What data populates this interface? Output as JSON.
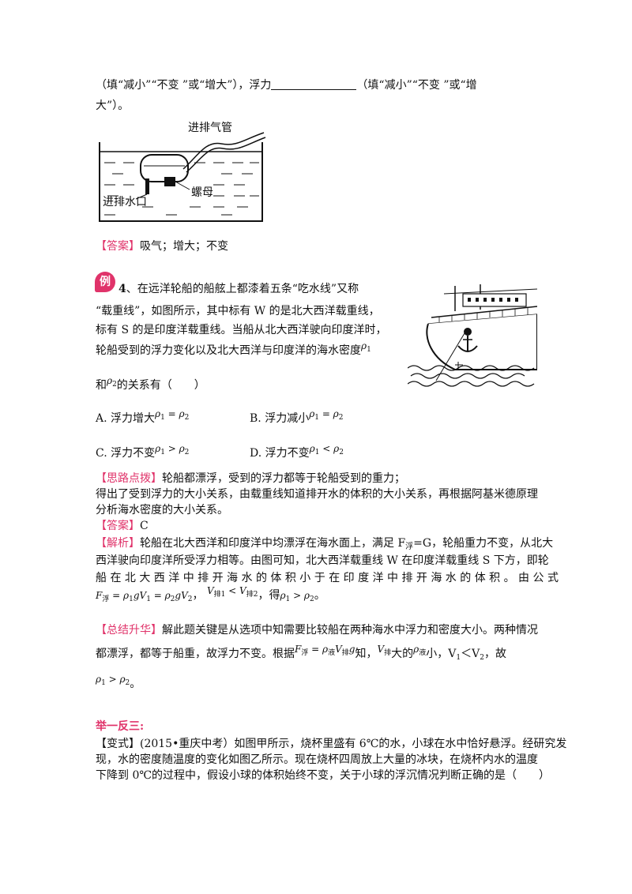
{
  "top": {
    "line1_a": "（填“减小”“不变 ”或“增大”），浮力",
    "line1_b": "（填“减小”“不变 ”或“增",
    "line2": "大”）。"
  },
  "fig1": {
    "label_pipe": "进排气管",
    "label_nut": "螺母",
    "label_port": "进排水口"
  },
  "answer1": {
    "tag": "【答案】",
    "text": "吸气；增大；不变"
  },
  "ex4": {
    "badge": "例",
    "number": "4",
    "l1": "、在远洋轮船的船舷上都漆着五条“吃水线”又称",
    "l2": "“载重线”，如图所示，其中标有 W 的是北大西洋载重线，",
    "l3": "标有 S 的是印度洋载重线。当船从北大西洋驶向印度洋时，",
    "l4": "轮船受到的浮力变化以及北大西洋与印度洋的海水密度",
    "l5a": "和",
    "l5b": "的关系有（　　）"
  },
  "options": {
    "a": "A.  浮力增大",
    "b": "B.  浮力减小",
    "c": "C.  浮力不变",
    "d": "D.  浮力不变"
  },
  "hint": {
    "tag": "【思路点拨】",
    "l1": "轮船都漂浮，受到的浮力都等于轮船受到的重力；",
    "l2": "得出了受到浮力的大小关系，由载重线知道排开水的体积的大小关系，再根据阿基米德原理",
    "l3": "分析海水密度的大小关系。"
  },
  "answer2": {
    "tag": "【答案】",
    "text": "C"
  },
  "analysis": {
    "tag": "【解析】",
    "l1a": "轮船在北大西洋和印度洋中均漂浮在海水面上，满足 F",
    "l1sub": "浮",
    "l1b": "=G，轮船重力不变，从北大",
    "l2": "西洋驶向印度洋所受浮力相等。由图可知，北大西洋载重线 W 在印度洋载重线 S 下方，即轮",
    "l3": "船 在 北 大 西 洋 中 排 开 海 水 的 体 积 小 于 在 印 度 洋 中 排 开 海 水 的 体 积 。 由 公 式",
    "l4_get": "，得",
    "l4_end": "。"
  },
  "summary": {
    "tag": "【总结升华】",
    "l1": "解此题关键是从选项中知需要比较船在两种海水中浮力和密度大小。两种情况",
    "l2a": "都漂浮，都等于船重，故浮力不变。根据",
    "l2b": "知，",
    "l2c": "大的",
    "l2d": "小，V",
    "l2e": "＜V",
    "l2f": "，故",
    "l3end": "。"
  },
  "variant": {
    "heading": "举一反三:",
    "tag": "【变式】",
    "l1": "(2015•重庆中考）如图甲所示，烧杯里盛有 6℃的水，小球在水中恰好悬浮。经研究发",
    "l2": "现，水的密度随温度的变化如图乙所示。现在烧杯四周放上大量的冰块，在烧杯内水的温度",
    "l3": "下降到 0℃的过程中，假设小球的体积始终不变，关于小球的浮沉情况判断正确的是（　　）"
  }
}
